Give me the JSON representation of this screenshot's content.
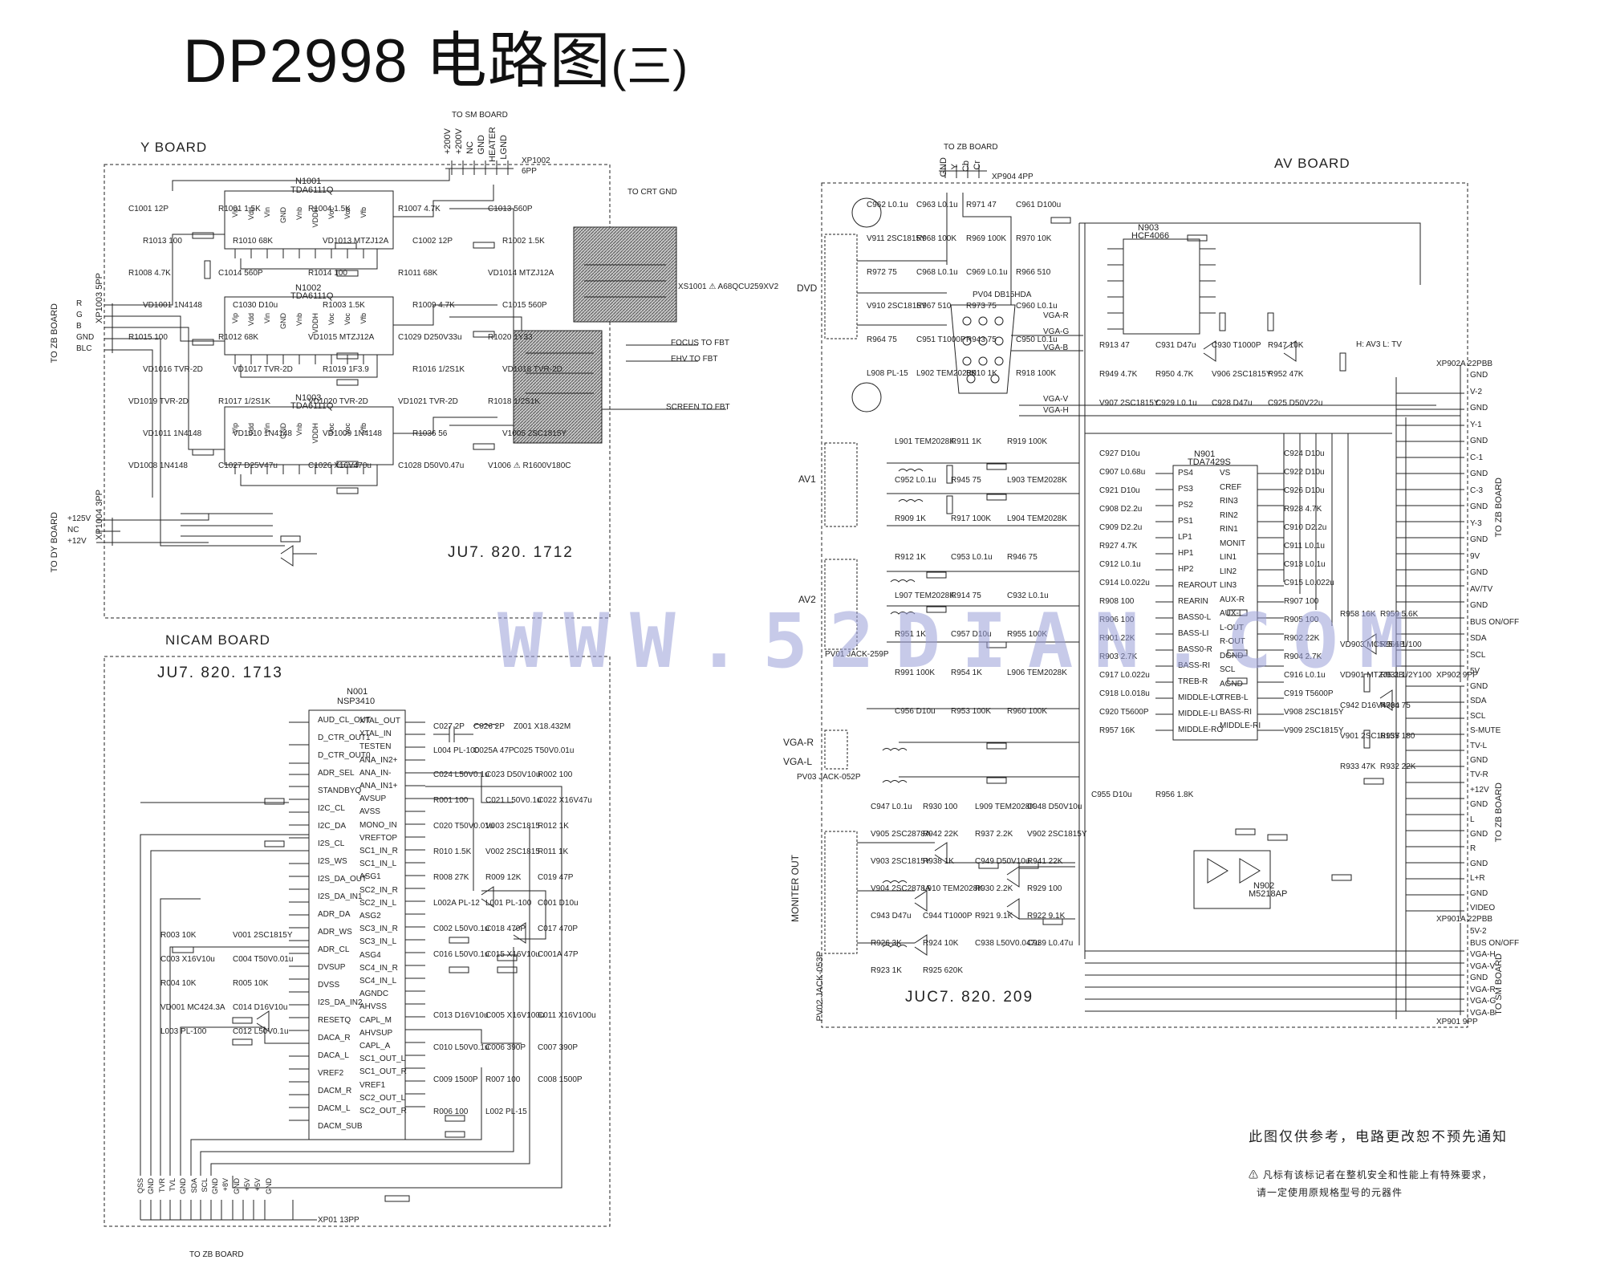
{
  "page": {
    "title_main": "DP2998 电路图",
    "title_sub": "(三)"
  },
  "boards": {
    "y_board": {
      "name": "Y BOARD",
      "code": "JU7. 820. 1712",
      "top_connector": "TO SM BOARD",
      "top_pins": [
        "+200V",
        "+200V",
        "NC",
        "GND",
        "HEATER",
        "LGND"
      ],
      "xp1002": "XP1002",
      "xp1002_type": "6PP",
      "crt_gnd": "TO CRT GND",
      "left_connector": "TO ZB BOARD",
      "left_pins": [
        "R",
        "G",
        "B",
        "GND",
        "BLC"
      ],
      "xp1003": "XP1003 5PP",
      "dy_connector": "TO DY BOARD",
      "dy_pins": [
        "+125V",
        "NC",
        "+12V"
      ],
      "xp1004": "XP1004 3PP",
      "outputs": [
        "FOCUS  TO FBT",
        "EHV  TO FBT",
        "SCREEN  TO FBT"
      ],
      "xs1001": "XS1001 ⚠ A68QCU259XV2",
      "ics": [
        {
          "ref": "N1001",
          "part": "TDA6111Q"
        },
        {
          "ref": "N1002",
          "part": "TDA6111Q"
        },
        {
          "ref": "N1003",
          "part": "TDA6111Q"
        }
      ],
      "ic_pins": [
        "Vip",
        "Vdd",
        "Vin",
        "GND",
        "Vnb",
        "VDDH",
        "Voc",
        "Voc",
        "Vfb"
      ],
      "parts": [
        "C1001 12P",
        "R1001 1.5K",
        "R1004 1.5K",
        "R1007 4.7K",
        "C1013 560P",
        "R1013 100",
        "R1010 68K",
        "VD1013 MTZJ12A",
        "C1002 12P",
        "R1002 1.5K",
        "R1008 4.7K",
        "C1014 560P",
        "R1014 100",
        "R1011 68K",
        "VD1014 MTZJ12A",
        "VD1001 1N4148",
        "C1030 D10u",
        "R1003 1.5K",
        "R1009 4.7K",
        "C1015 560P",
        "R1015 100",
        "R1012 68K",
        "VD1015 MTZJ12A",
        "C1029 D250V33u",
        "R1020 1Y33",
        "VD1016 TVR-2D",
        "VD1017 TVR-2D",
        "R1019 1F3.9",
        "R1016 1/2S1K",
        "VD1018 TVR-2D",
        "VD1019 TVR-2D",
        "R1017 1/2S1K",
        "VD1020 TVR-2D",
        "VD1021 TVR-2D",
        "R1018 1/2S1K",
        "VD1011 1N4148",
        "VD1010 1N4148",
        "VD1009 1N4148",
        "R1036 56",
        "V1005 2SC1815Y",
        "VD1008 1N4148",
        "C1027 D25V47u",
        "C1026 X16V470u",
        "C1028 D50V0.47u",
        "V1006 ⚠ R1600V180C"
      ]
    },
    "nicam_board": {
      "name": "NICAM BOARD",
      "code": "JU7. 820. 1713",
      "ic_ref": "N001",
      "ic_part": "NSP3410",
      "left_pins": [
        "AUD_CL_OUT",
        "D_CTR_OUT1",
        "D_CTR_OUT0",
        "ADR_SEL",
        "STANDBYQ",
        "I2C_CL",
        "I2C_DA",
        "I2S_CL",
        "I2S_WS",
        "I2S_DA_OUT",
        "I2S_DA_IN1",
        "ADR_DA",
        "ADR_WS",
        "ADR_CL",
        "DVSUP",
        "DVSS",
        "I2S_DA_IN2",
        "RESETQ",
        "DACA_R",
        "DACA_L",
        "VREF2",
        "DACM_R",
        "DACM_L",
        "DACM_SUB"
      ],
      "right_pins": [
        "XTAL_OUT",
        "XTAL_IN",
        "TESTEN",
        "ANA_IN2+",
        "ANA_IN-",
        "ANA_IN1+",
        "AVSUP",
        "AVSS",
        "MONO_IN",
        "VREFTOP",
        "SC1_IN_R",
        "SC1_IN_L",
        "ASG1",
        "SC2_IN_R",
        "SC2_IN_L",
        "ASG2",
        "SC3_IN_R",
        "SC3_IN_L",
        "ASG4",
        "SC4_IN_R",
        "SC4_IN_L",
        "AGNDC",
        "AHVSS",
        "CAPL_M",
        "AHVSUP",
        "CAPL_A",
        "SC1_OUT_L",
        "SC1_OUT_R",
        "VREF1",
        "SC2_OUT_L",
        "SC2_OUT_R"
      ],
      "bottom_connector": "TO ZB BOARD",
      "bottom_pins": [
        "QSS",
        "GND",
        "TVR",
        "TVL",
        "GND",
        "SDA",
        "SCL",
        "GND",
        "+8V",
        "GND",
        "+5V",
        "+5V",
        "GND"
      ],
      "xp01": "XP01 13PP",
      "parts": [
        "C027 2P",
        "C026 2P",
        "Z001 X18.432M",
        "L004 PL-100",
        "C025A 47P",
        "C025 T50V0.01u",
        "C024 L50V0.1u",
        "C023 D50V10u",
        "R002 100",
        "R001 100",
        "C021 L50V0.1u",
        "C022 X16V47u",
        "C020 T50V0.01u",
        "V003 2SC1815",
        "R012 1K",
        "R010 1.5K",
        "V002 2SC1815",
        "R011 1K",
        "R008 27K",
        "R009 12K",
        "C019 47P",
        "L002A PL-12",
        "L001 PL-100",
        "C001 D10u",
        "C002 L50V0.1u",
        "C018 470P",
        "C017 470P",
        "C016 L50V0.1u",
        "C015 X16V10u",
        "C001A 47P",
        "R003 10K",
        "V001 2SC1815Y",
        "C003 X16V10u",
        "C004 T50V0.01u",
        "R004 10K",
        "R005 10K",
        "VD001 MC424.3A",
        "C014 D16V10u",
        "L003 PL-100",
        "C012 L50V0.1u",
        "C013 D16V10u",
        "C005 X16V100u",
        "C011 X16V100u",
        "C010 L50V0.1u",
        "C006 390P",
        "C007 390P",
        "C009 1500P",
        "R007 100",
        "C008 1500P",
        "R006 100",
        "L002 PL-15"
      ]
    },
    "av_board": {
      "name": "AV BOARD",
      "code": "JUC7. 820. 209",
      "top_connector": "TO ZB BOARD",
      "top_pins": [
        "GND",
        "Y",
        "Cb",
        "Cr"
      ],
      "xp904": "XP904 4PP",
      "inputs": [
        "DVD",
        "AV1",
        "AV2",
        "VGA-R",
        "VGA-L",
        "MONITER OUT"
      ],
      "jacks": [
        "PV01 JACK-259P",
        "PV03 JACK-052P",
        "PV02 JACK-053P"
      ],
      "pv04": "PV04 DB15HDA",
      "vga_signals": [
        "VGA-R",
        "VGA-G",
        "VGA-B",
        "VGA-V",
        "VGA-H"
      ],
      "ics": [
        {
          "ref": "N903",
          "part": "HCF4066"
        },
        {
          "ref": "N901",
          "part": "TDA7429S"
        },
        {
          "ref": "N902",
          "part": "M5218AP"
        }
      ],
      "mode": "H: AV3  L: TV",
      "n901_left": [
        "PS4",
        "PS3",
        "PS2",
        "PS1",
        "LP1",
        "HP1",
        "HP2",
        "REAROUT",
        "REARIN",
        "BASS0-L",
        "BASS-LI",
        "BASS0-R",
        "BASS-RI",
        "TREB-R",
        "MIDDLE-LO",
        "MIDDLE-LI",
        "MIDDLE-RO"
      ],
      "n901_right": [
        "VS",
        "CREF",
        "RIN3",
        "RIN2",
        "RIN1",
        "MONIT",
        "LIN1",
        "LIN2",
        "LIN3",
        "AUX-R",
        "AUX-L",
        "L-OUT",
        "R-OUT",
        "DGND",
        "SCL",
        "AGND",
        "TREB-L",
        "BASS-RI",
        "MIDDLE-RI"
      ],
      "xp902a": "XP902A 22PBB",
      "xp902a_pins": [
        "GND",
        "V-2",
        "GND",
        "Y-1",
        "GND",
        "C-1",
        "GND",
        "C-3",
        "GND",
        "Y-3",
        "GND",
        "9V",
        "GND",
        "AV/TV",
        "GND",
        "BUS ON/OFF",
        "SDA",
        "SCL",
        "5V"
      ],
      "xp902b": "XP902 9PP",
      "xp902b_pins": [
        "GND",
        "SDA",
        "SCL",
        "S-MUTE",
        "TV-L",
        "GND",
        "TV-R",
        "+12V",
        "GND",
        "L",
        "GND",
        "R",
        "GND",
        "L+R",
        "GND",
        "VIDEO"
      ],
      "xp901a": "XP901A 22PBB",
      "xp901a_pins": [
        "5V-2",
        "BUS ON/OFF",
        "VGA-H",
        "VGA-V",
        "GND",
        "VGA-R",
        "VGA-G",
        "VGA-B"
      ],
      "xp901": "XP901 9PP",
      "right_connector_a": "TO ZB BOARD",
      "right_connector_b": "TO ZB BOARD",
      "right_connector_c": "TO SM BOARD",
      "parts": [
        "C962 L0.1u",
        "C963 L0.1u",
        "R971 47",
        "C961 D100u",
        "V911 2SC1815Y",
        "R968 100K",
        "R969 100K",
        "R970 10K",
        "R972 75",
        "C968 L0.1u",
        "C969 L0.1u",
        "R966 510",
        "V910 2SC1815Y",
        "R967 510",
        "R973 75",
        "C960 L0.1u",
        "R964 75",
        "C951 T1000P",
        "R943 75",
        "C950 L0.1u",
        "L908 PL-15",
        "L902 TEM2028K",
        "R910 1K",
        "R918 100K",
        "L901 TEM2028K",
        "R911 1K",
        "R919 100K",
        "C952 L0.1u",
        "R945 75",
        "L903 TEM2028K",
        "R909 1K",
        "R917 100K",
        "L904 TEM2028K",
        "R912 1K",
        "C953 L0.1u",
        "R946 75",
        "L907 TEM2028K",
        "R914 75",
        "C932 L0.1u",
        "R951 1K",
        "C957 D10u",
        "R955 100K",
        "R991 100K",
        "R954 1K",
        "L906 TEM2028K",
        "C956 D10u",
        "R953 100K",
        "R960 100K",
        "R913 47",
        "C931 D47u",
        "C930 T1000P",
        "R947 10K",
        "R949 4.7K",
        "R950 4.7K",
        "V906 2SC1815Y",
        "R952 47K",
        "V907 2SC1815Y",
        "C929 L0.1u",
        "C928 D47u",
        "C925 D50V22u",
        "C927 D10u",
        "C924 D10u",
        "C907 L0.68u",
        "C922 D10u",
        "C921 D10u",
        "C926 D10u",
        "C908 D2.2u",
        "R928 4.7K",
        "C909 D2.2u",
        "C910 D2.2u",
        "R927 4.7K",
        "C911 L0.1u",
        "C912 L0.1u",
        "C913 L0.1u",
        "C914 L0.022u",
        "C915 L0.022u",
        "R908 100",
        "R907 100",
        "R906 100",
        "R905 100",
        "R901 22K",
        "R902 22K",
        "R903 2.7K",
        "R904 2.7K",
        "C917 L0.022u",
        "C916 L0.1u",
        "C918 L0.018u",
        "C919 T5600P",
        "C920 T5600P",
        "V908 2SC1815Y",
        "R957 16K",
        "V909 2SC1815Y",
        "R958 16K",
        "R959 5.6K",
        "VD903 MC525.6B",
        "R961 1/100",
        "VD901 MTZJ5.2B",
        "R931 1/2Y100",
        "C942 D16V470u",
        "R934 75",
        "V901 2SC1815Y",
        "R935 180",
        "R933 47K",
        "R932 22K",
        "C947 L0.1u",
        "R930 100",
        "L909 TEM2028K",
        "C948 D50V10u",
        "V905 2SC2878A",
        "R942 22K",
        "R937 2.2K",
        "V902 2SC1815Y",
        "V903 2SC1815Y",
        "R938 1K",
        "C949 D50V10u",
        "R941 22K",
        "V904 2SC2878A",
        "L910 TEM2028K",
        "R930 2.2K",
        "R929 100",
        "C943 D47u",
        "C944 T1000P",
        "R921 9.1K",
        "R922 9.1K",
        "R926 3K",
        "R924 10K",
        "C938 L50V0.047u",
        "C939 L0.47u",
        "R923 1K",
        "R925 620K",
        "C955 D10u",
        "R956 1.8K"
      ]
    },
    "watermark": "WWW.52DIAN.COM",
    "notice_main": "此图仅供参考，电路更改恕不预先通知",
    "notice_safety_1": "⚠ 凡标有该标记者在整机安全和性能上有特殊要求，",
    "notice_safety_2": "请一定使用原规格型号的元器件"
  }
}
